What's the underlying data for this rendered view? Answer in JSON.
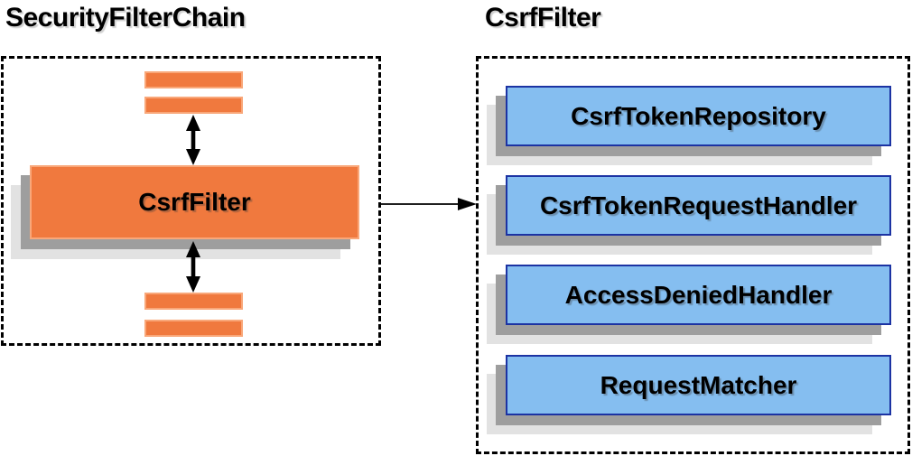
{
  "left_panel": {
    "title": "SecurityFilterChain",
    "filter_node_label": "CsrfFilter"
  },
  "right_panel": {
    "title": "CsrfFilter",
    "components": [
      {
        "label": "CsrfTokenRepository"
      },
      {
        "label": "CsrfTokenRequestHandler"
      },
      {
        "label": "AccessDeniedHandler"
      },
      {
        "label": "RequestMatcher"
      }
    ]
  },
  "colors": {
    "node_orange_fill": "#F0793E",
    "node_orange_border": "#F9A779",
    "component_blue_fill": "#85BEF0",
    "component_blue_border": "#1C33A3",
    "shadow_gray": "#9E9E9E",
    "shadow_light_gray": "#E2E2E2",
    "dashed_border": "#000000",
    "text": "#000000"
  }
}
